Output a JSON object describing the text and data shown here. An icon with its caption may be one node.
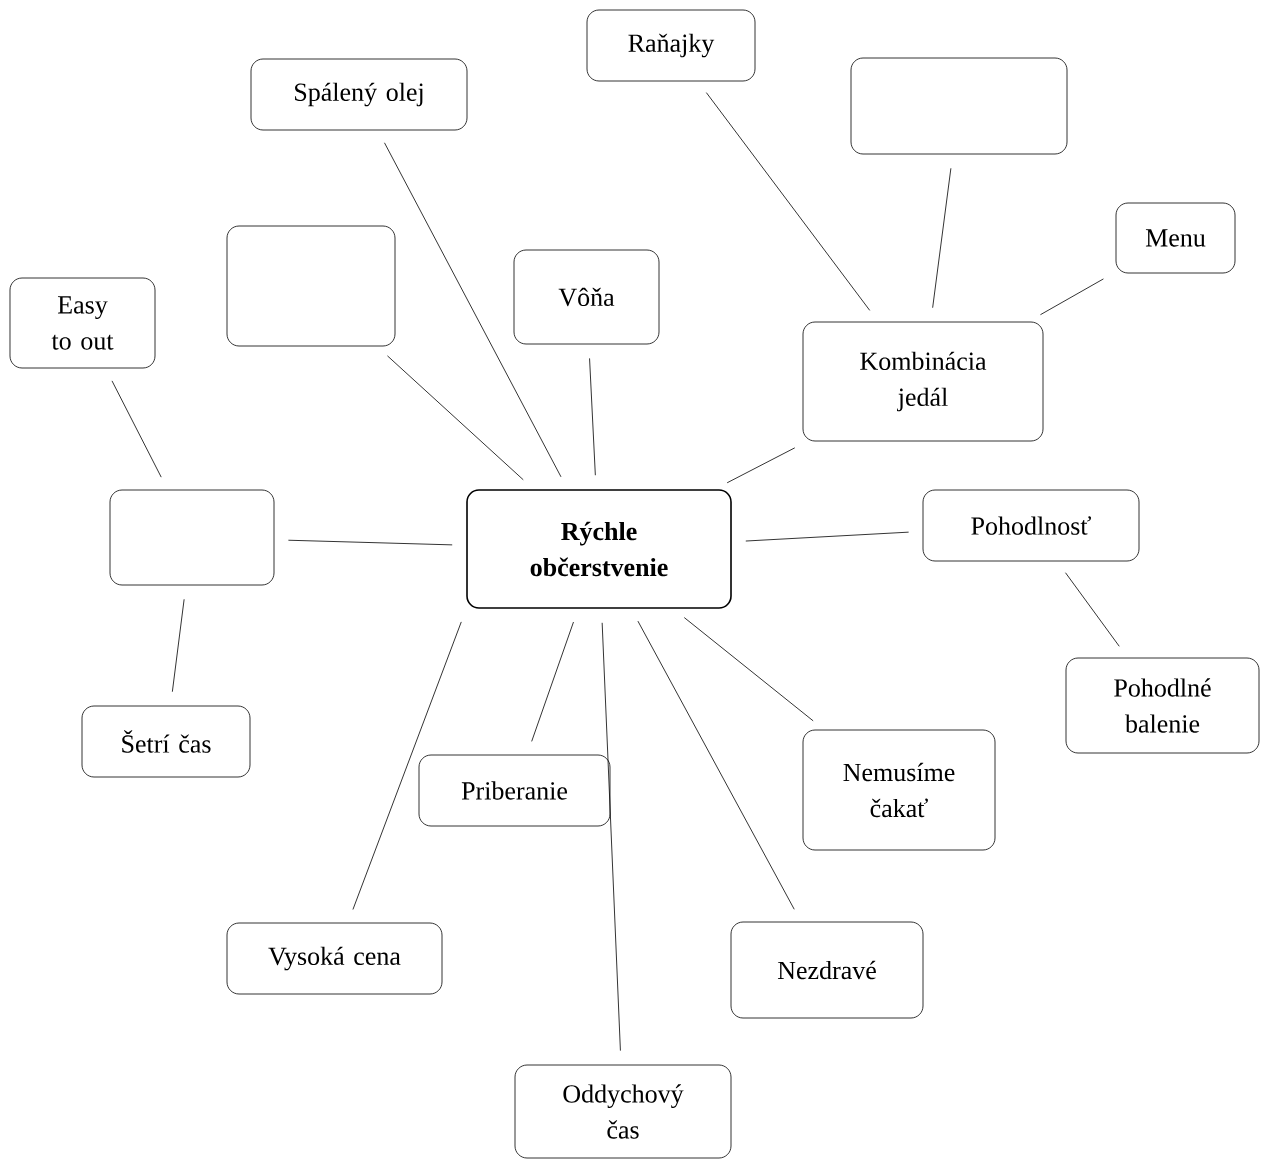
{
  "diagram": {
    "nodes": [
      {
        "text": [
          "Rýchle občerstvenie"
        ]
      },
      {
        "text": [
          "Spálený olej"
        ]
      },
      {
        "text": [
          "Raňajky"
        ]
      },
      {
        "text": [],
        "shape": "box"
      },
      {
        "text": [
          "Menu"
        ]
      },
      {
        "text": [],
        "shape": "box"
      },
      {
        "text": [
          "Vôňa"
        ]
      },
      {
        "text": [
          "Kombinácia jedál"
        ]
      },
      {
        "text": [
          "Easy to out"
        ]
      },
      {
        "text": [],
        "shape": "box"
      },
      {
        "text": [
          "Pohodlnosť"
        ]
      },
      {
        "text": [
          "Šetrí čas"
        ]
      },
      {
        "text": [
          "Priberanie"
        ]
      },
      {
        "text": [
          "Pohodlné balenie"
        ]
      },
      {
        "text": [
          "Nemusíme čakať"
        ]
      },
      {
        "text": [
          "Vysoká cena"
        ]
      },
      {
        "text": [
          "Nezdravé"
        ]
      },
      {
        "text": [
          "Oddychový čas"
        ]
      }
    ],
    "edges": [
      {
        "from": 0,
        "to": 1,
        "arrow": "none"
      },
      {
        "from": 0,
        "to": 5,
        "arrow": "none"
      },
      {
        "from": 0,
        "to": 6,
        "arrow": "none"
      },
      {
        "from": 0,
        "to": 7,
        "arrow": "none"
      },
      {
        "from": 7,
        "to": 2,
        "arrow": "none"
      },
      {
        "from": 7,
        "to": 3,
        "arrow": "none"
      },
      {
        "from": 7,
        "to": 4,
        "arrow": "none"
      },
      {
        "from": 0,
        "to": 9,
        "arrow": "none"
      },
      {
        "from": 9,
        "to": 8,
        "arrow": "none"
      },
      {
        "from": 9,
        "to": 11,
        "arrow": "none"
      },
      {
        "from": 0,
        "to": 10,
        "arrow": "none"
      },
      {
        "from": 10,
        "to": 13,
        "arrow": "none"
      },
      {
        "from": 0,
        "to": 14,
        "arrow": "none"
      },
      {
        "from": 0,
        "to": 12,
        "arrow": "none"
      },
      {
        "from": 0,
        "to": 16,
        "arrow": "none"
      },
      {
        "from": 0,
        "to": 17,
        "arrow": "none"
      },
      {
        "from": 0,
        "to": 15,
        "arrow": "none"
      }
    ]
  }
}
